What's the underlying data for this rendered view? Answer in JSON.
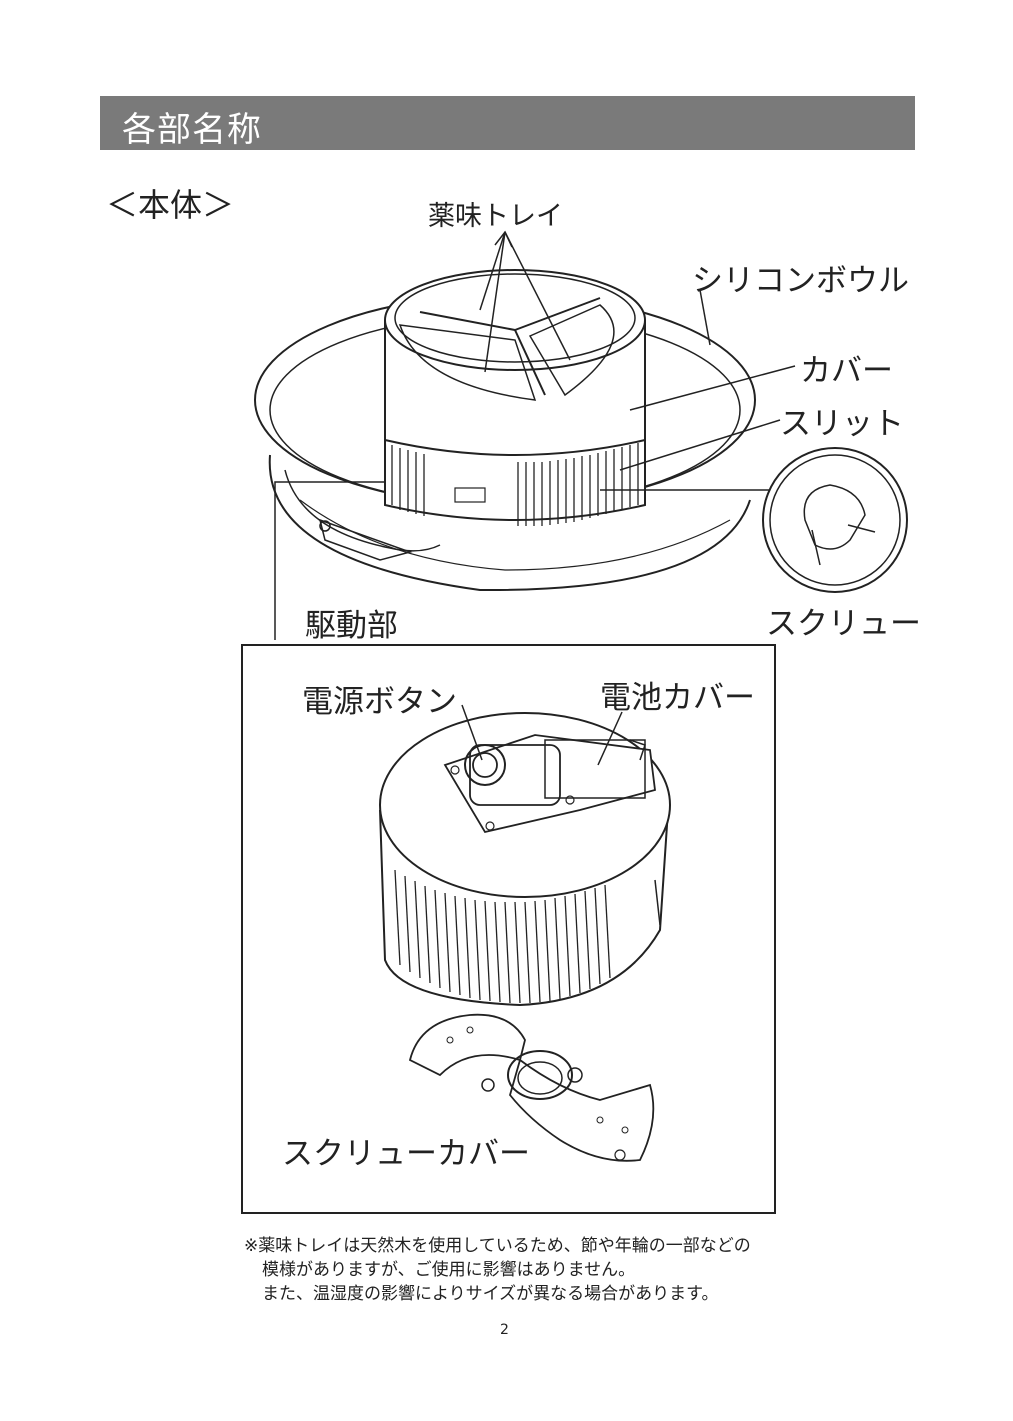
{
  "header": {
    "title": "各部名称"
  },
  "section": {
    "label": "＜本体＞"
  },
  "parts": {
    "condiment_tray": "薬味トレイ",
    "silicone_bowl": "シリコンボウル",
    "cover": "カバー",
    "slit": "スリット",
    "screw": "スクリュー",
    "drive_unit": "駆動部",
    "power_button": "電源ボタン",
    "battery_cover": "電池カバー",
    "screw_cover": "スクリューカバー"
  },
  "note": {
    "line1": "※薬味トレイは天然木を使用しているため、節や年輪の一部などの",
    "line2": "模様がありますが、ご使用に影響はありません。",
    "line3": "また、温湿度の影響によりサイズが異なる場合があります。"
  },
  "page_number": "2"
}
